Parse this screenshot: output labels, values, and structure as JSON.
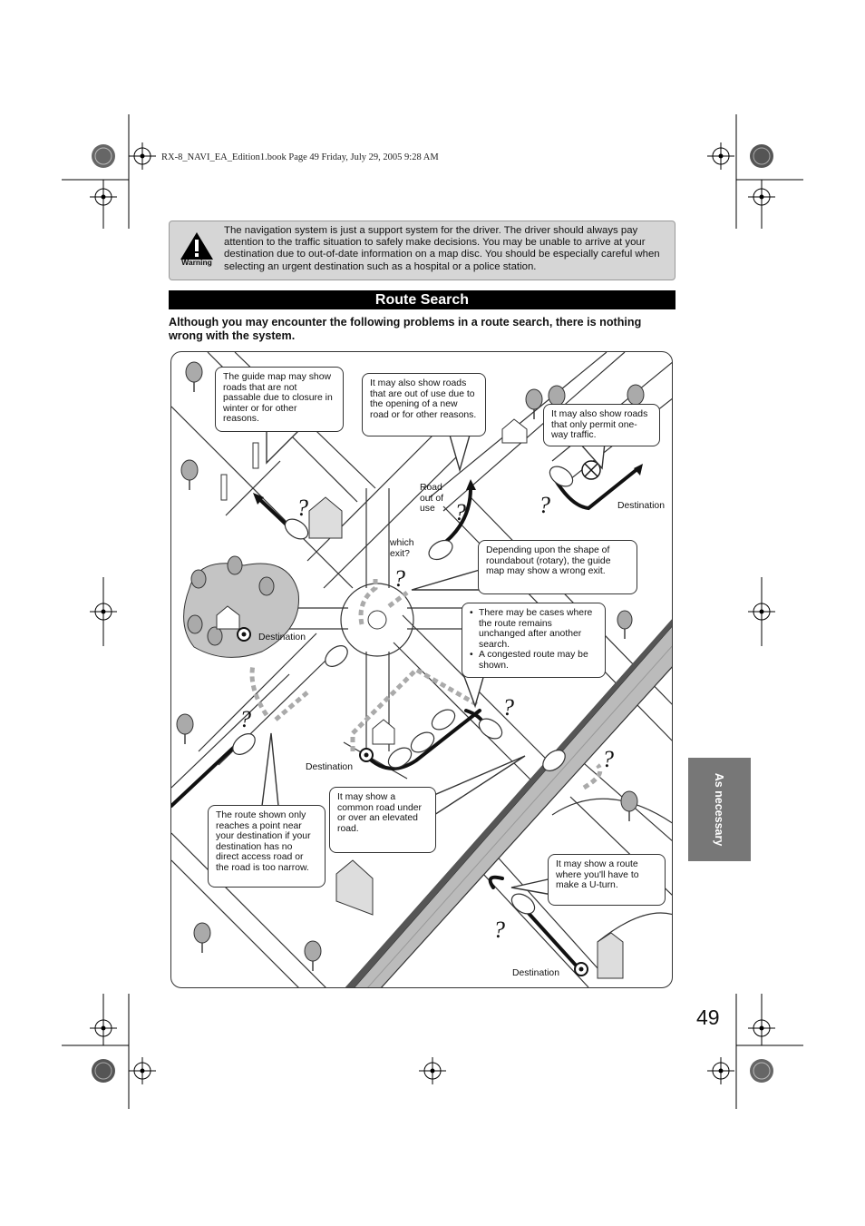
{
  "print_header": "RX-8_NAVI_EA_Edition1.book  Page 49  Friday, July 29, 2005  9:28 AM",
  "warning": {
    "label": "Warning",
    "text": "The navigation system is just a support system for the driver. The driver should always pay attention to the traffic situation to safely make decisions. You may be unable to arrive at your destination due to out-of-date information on a map disc. You should be especially careful when selecting an urgent destination such as a hospital or a police station."
  },
  "section_title": "Route Search",
  "intro": "Although you may encounter the following problems in a route search, there is nothing wrong with the system.",
  "callouts": {
    "closed_roads": "The guide map may show roads that are not passable due to closure in winter or for other reasons.",
    "out_of_use": "It may also show roads that are out of use due to the opening of a new road or for other reasons.",
    "one_way": "It may also show roads that only permit one-way traffic.",
    "roundabout": "Depending upon the shape of roundabout (rotary), the guide map may show a wrong exit.",
    "unchanged_1": "There may be cases where the route remains unchanged after another search.",
    "unchanged_2": "A congested route may be shown.",
    "near_destination": "The route shown only reaches a point near your destination if your destination has no direct access road or the road is too narrow.",
    "elevated": "It may show a common road under or over an elevated road.",
    "u_turn": "It may show a route where you'll have to make a U-turn."
  },
  "map_labels": {
    "road_out_of_use": "Road out of use",
    "which_exit": "which exit?",
    "destination": "Destination"
  },
  "side_tab": "As necessary",
  "page_number": "49"
}
